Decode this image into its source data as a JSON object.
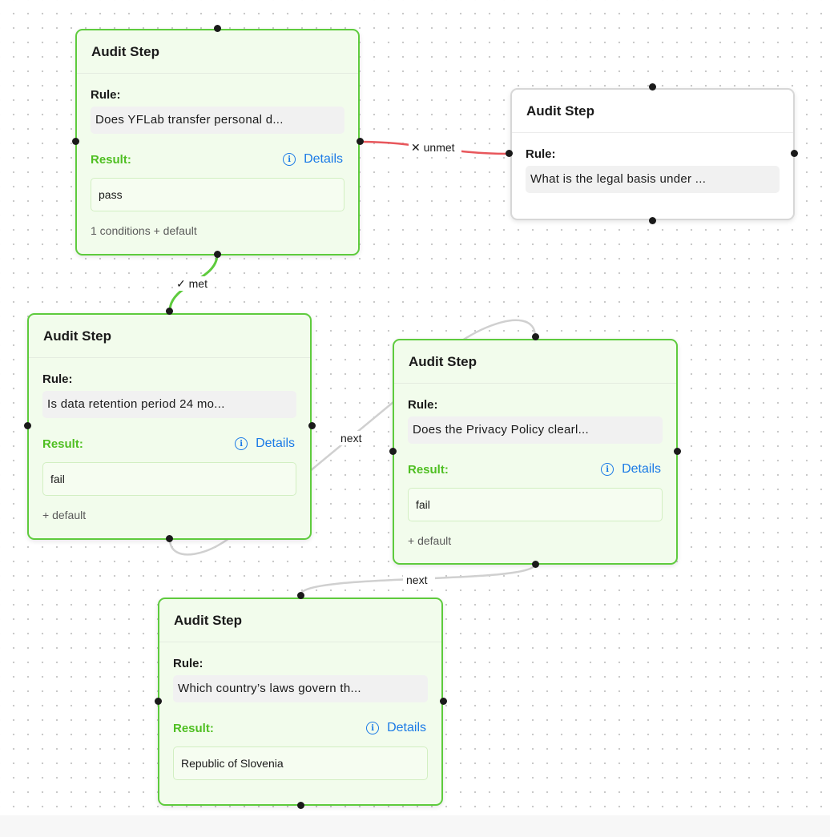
{
  "nodes": [
    {
      "title": "Audit Step",
      "rule_label": "Rule:",
      "rule": "Does YFLab transfer personal d...",
      "result_label": "Result:",
      "details_label": "Details",
      "result": "pass",
      "footer": "1 conditions + default"
    },
    {
      "title": "Audit Step",
      "rule_label": "Rule:",
      "rule": "What is the legal basis under ..."
    },
    {
      "title": "Audit Step",
      "rule_label": "Rule:",
      "rule": "Is data retention period 24 mo...",
      "result_label": "Result:",
      "details_label": "Details",
      "result": "fail",
      "footer": "+ default"
    },
    {
      "title": "Audit Step",
      "rule_label": "Rule:",
      "rule": "Does the Privacy Policy clearl...",
      "result_label": "Result:",
      "details_label": "Details",
      "result": "fail",
      "footer": "+ default"
    },
    {
      "title": "Audit Step",
      "rule_label": "Rule:",
      "rule": "Which country’s laws govern th...",
      "result_label": "Result:",
      "details_label": "Details",
      "result": "Republic of Slovenia"
    }
  ],
  "edges": {
    "unmet_label": "✕ unmet",
    "met_label": "✓ met",
    "next_label_1": "next",
    "next_label_2": "next"
  },
  "colors": {
    "success_border": "#5ecb3d",
    "edge_met": "#5ecb3d",
    "edge_unmet": "#e8575c",
    "edge_next": "#d0d0d0",
    "link": "#1a7ae6"
  },
  "icons": [
    "info-icon"
  ]
}
